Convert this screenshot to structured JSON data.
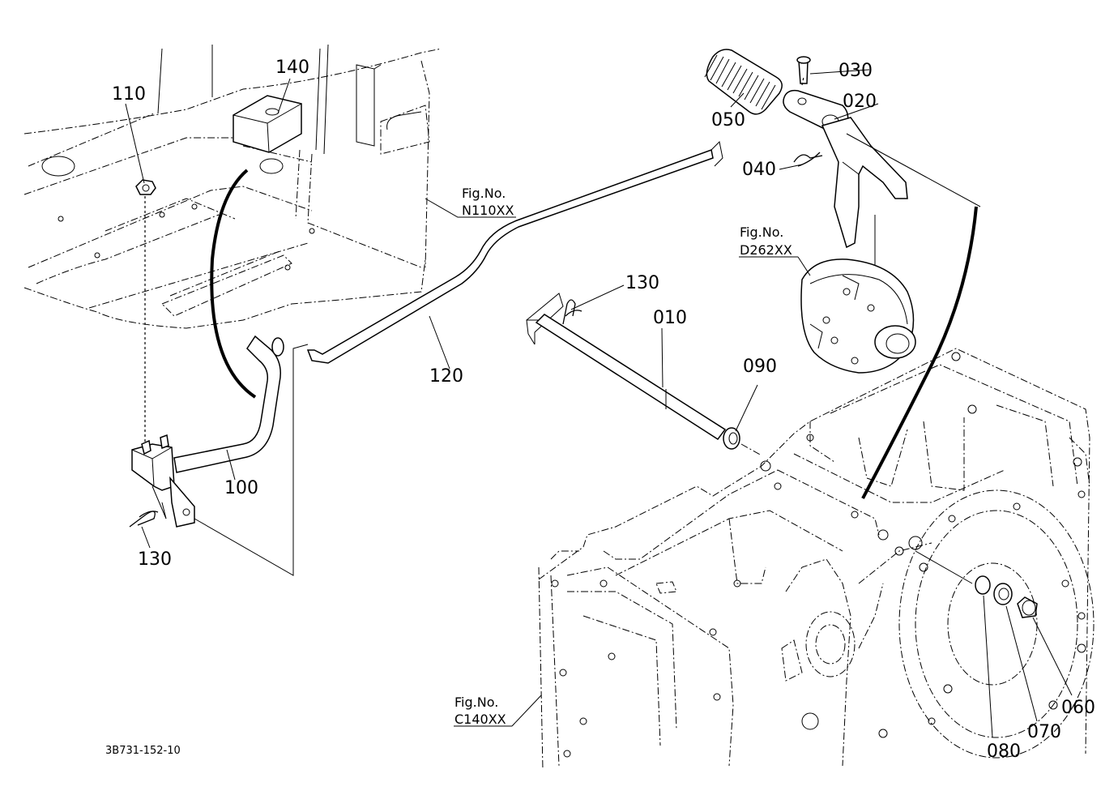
{
  "callouts": {
    "p010": "010",
    "p020": "020",
    "p030": "030",
    "p040": "040",
    "p050": "050",
    "p060": "060",
    "p070": "070",
    "p080": "080",
    "p090": "090",
    "p100": "100",
    "p110": "110",
    "p120": "120",
    "p130_top": "130",
    "p130_bottom": "130",
    "p140": "140"
  },
  "fig_refs": [
    {
      "title": "Fig.No.",
      "number": "N110XX"
    },
    {
      "title": "Fig.No.",
      "number": "D262XX"
    },
    {
      "title": "Fig.No.",
      "number": "C140XX"
    }
  ],
  "drawing_code": "3B731-152-10"
}
